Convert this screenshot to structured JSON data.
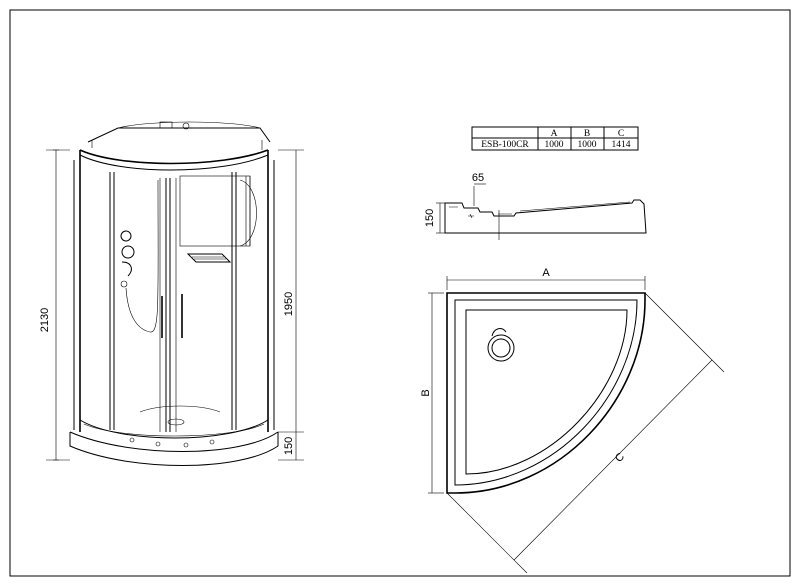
{
  "table": {
    "headers": [
      "",
      "A",
      "B",
      "C"
    ],
    "rows": [
      [
        "ESB-100CR",
        "1000",
        "1000",
        "1414"
      ]
    ]
  },
  "dimensions": {
    "total_height": "2130",
    "cabin_height": "1950",
    "tray_height_front": "150",
    "tray_height_section": "150",
    "tray_rim_width": "65",
    "label_a": "A",
    "label_b": "B",
    "label_c": "C"
  }
}
